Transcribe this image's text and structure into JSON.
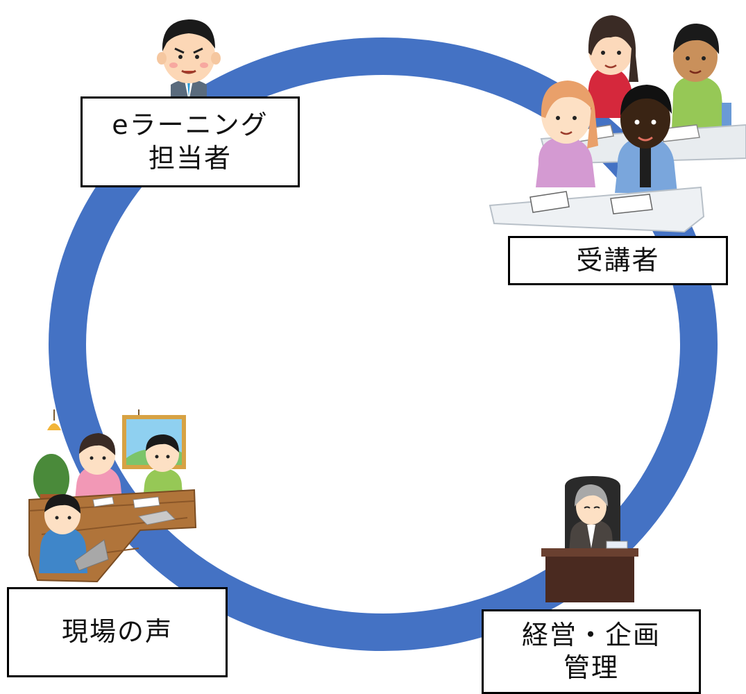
{
  "colors": {
    "ring": "#4472C4",
    "ring_outline": "#3A61A8",
    "box_border": "#000000",
    "box_fill": "#FFFFFF"
  },
  "nodes": {
    "elearning": {
      "line1": "eラーニング",
      "line2": "担当者",
      "icon": "businessman-illustration"
    },
    "learners": {
      "label": "受講者",
      "icon": "students-at-desks-illustration"
    },
    "management": {
      "line1": "経営・企画",
      "line2": "管理",
      "icon": "executive-at-desk-illustration"
    },
    "field_voice": {
      "label": "現場の声",
      "icon": "team-meeting-illustration"
    }
  }
}
